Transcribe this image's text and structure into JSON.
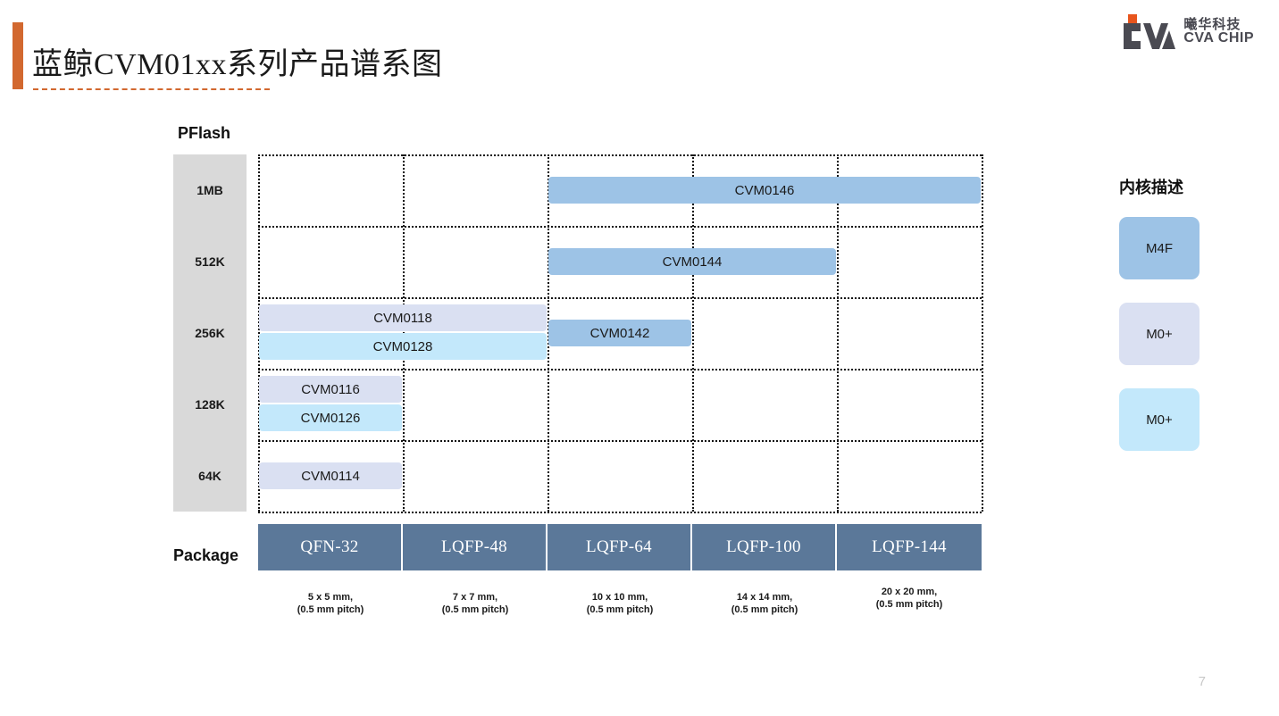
{
  "header": {
    "title": "蓝鲸CVM01xx系列产品谱系图",
    "accent_color": "#D2682F"
  },
  "logo": {
    "mark_name": "cva-logo-icon",
    "cn_text": "曦华科技",
    "en_text": "CVA CHIP",
    "mark_color": "#4A4A52",
    "accent_color": "#E8551D"
  },
  "matrix": {
    "y_axis_title": "PFlash",
    "x_axis_title": "Package",
    "y_ticks": [
      "1MB",
      "512K",
      "256K",
      "128K",
      "64K"
    ],
    "packages": [
      {
        "name": "QFN-32",
        "size": "5 x 5 mm,",
        "pitch": "(0.5 mm pitch)"
      },
      {
        "name": "LQFP-48",
        "size": "7 x 7 mm,",
        "pitch": "(0.5 mm pitch)"
      },
      {
        "name": "LQFP-64",
        "size": "10 x 10 mm,",
        "pitch": "(0.5 mm pitch)"
      },
      {
        "name": "LQFP-100",
        "size": "14 x 14 mm,",
        "pitch": "(0.5 mm pitch)"
      },
      {
        "name": "LQFP-144",
        "size": "20 x 20 mm,",
        "pitch": "(0.5 mm pitch)"
      }
    ],
    "header_color": "#5B7899",
    "axis_column_color": "#D9D9D9"
  },
  "chart_data": {
    "type": "bar",
    "title": "蓝鲸CVM01xx系列产品谱系图",
    "xlabel": "Package",
    "ylabel": "PFlash",
    "grid": true,
    "legend_position": "right",
    "categories": [
      "QFN-32",
      "LQFP-48",
      "LQFP-64",
      "LQFP-100",
      "LQFP-144"
    ],
    "y_categories": [
      "1MB",
      "512K",
      "256K",
      "128K",
      "64K"
    ],
    "items": [
      {
        "label": "CVM0146",
        "core": "M4F",
        "flash": "1MB",
        "col_start": 3,
        "col_end": 5,
        "color": "#9DC3E6"
      },
      {
        "label": "CVM0144",
        "core": "M4F",
        "flash": "512K",
        "col_start": 3,
        "col_end": 4,
        "color": "#9DC3E6"
      },
      {
        "label": "CVM0118",
        "core": "M0+",
        "flash": "256K",
        "col_start": 1,
        "col_end": 2,
        "color": "#DAE0F2"
      },
      {
        "label": "CVM0128",
        "core": "M0+",
        "flash": "256K",
        "col_start": 1,
        "col_end": 2,
        "color": "#C3E8FB"
      },
      {
        "label": "CVM0142",
        "core": "M4F",
        "flash": "256K",
        "col_start": 3,
        "col_end": 3,
        "color": "#9DC3E6"
      },
      {
        "label": "CVM0116",
        "core": "M0+",
        "flash": "128K",
        "col_start": 1,
        "col_end": 1,
        "color": "#DAE0F2"
      },
      {
        "label": "CVM0126",
        "core": "M0+",
        "flash": "128K",
        "col_start": 1,
        "col_end": 1,
        "color": "#C3E8FB"
      },
      {
        "label": "CVM0114",
        "core": "M0+",
        "flash": "64K",
        "col_start": 1,
        "col_end": 1,
        "color": "#DAE0F2"
      }
    ]
  },
  "legend": {
    "title": "内核描述",
    "entries": [
      {
        "label": "M4F",
        "color": "#9DC3E6"
      },
      {
        "label": "M0+",
        "color": "#DAE0F2"
      },
      {
        "label": "M0+",
        "color": "#C3E8FB"
      }
    ]
  },
  "footer": {
    "page_number": "7"
  }
}
